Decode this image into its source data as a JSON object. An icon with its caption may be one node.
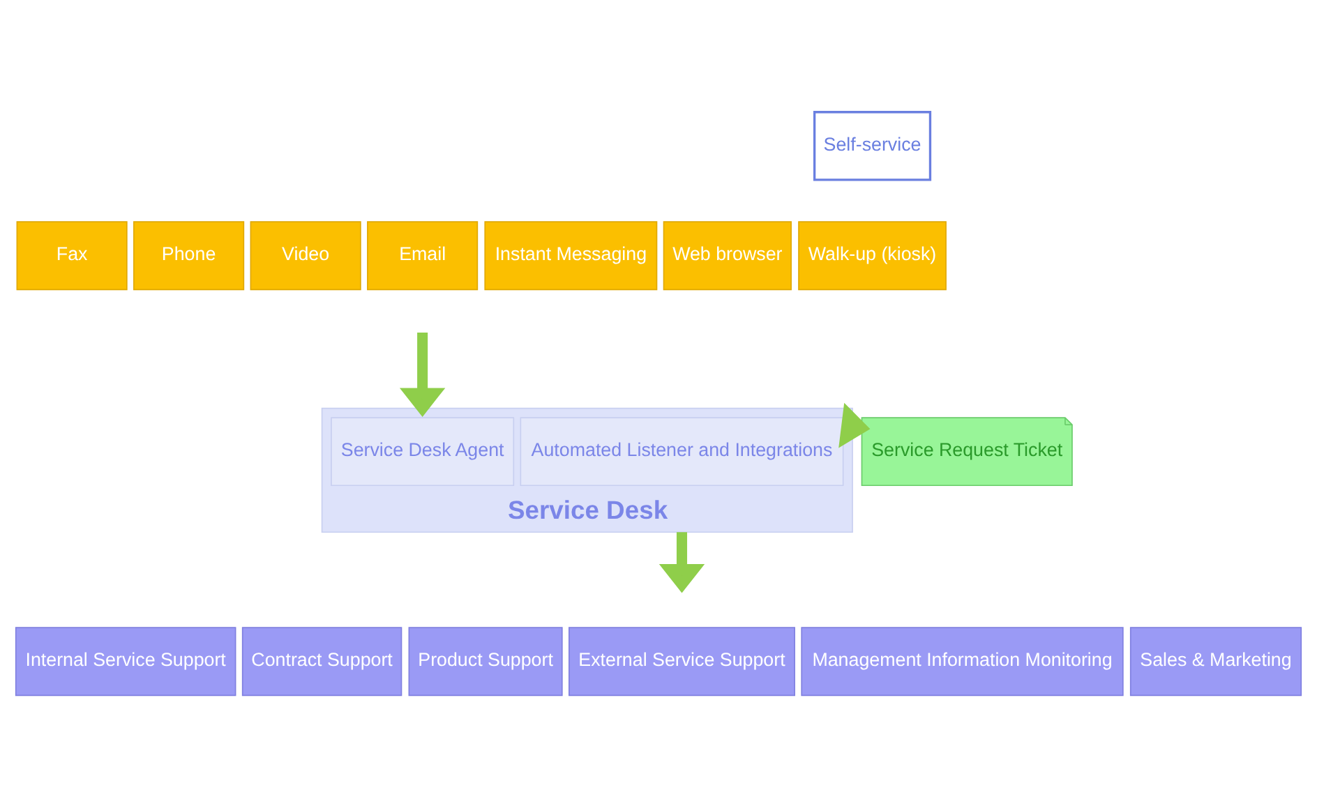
{
  "diagram": {
    "nodes": [
      {
        "text": [
          "Self-service"
        ]
      },
      {
        "text": [
          "Fax"
        ]
      },
      {
        "text": [
          "Phone"
        ]
      },
      {
        "text": [
          "Video"
        ]
      },
      {
        "text": [
          "Email"
        ]
      },
      {
        "text": [
          "Instant Messaging"
        ]
      },
      {
        "text": [
          "Web browser"
        ]
      },
      {
        "text": [
          "Walk-up (kiosk)"
        ]
      },
      {
        "text": [
          "Service Desk"
        ]
      },
      {
        "text": [
          "Service Desk Agent"
        ],
        "in": 8
      },
      {
        "text": [
          "Automated Listener and Integrations"
        ],
        "in": 8
      },
      {
        "text": [
          "Service Request Ticket"
        ]
      },
      {
        "text": [
          "Internal Service Support"
        ]
      },
      {
        "text": [
          "Contract Support"
        ]
      },
      {
        "text": [
          "Product Support"
        ]
      },
      {
        "text": [
          "External Service Support"
        ]
      },
      {
        "text": [
          "Management Information Monitoring"
        ]
      },
      {
        "text": [
          "Sales & Marketing"
        ]
      }
    ],
    "edges": [
      {
        "from": null,
        "to": 8,
        "arrow": "to"
      },
      {
        "from": 8,
        "to": 11,
        "arrow": "to"
      },
      {
        "from": 8,
        "to": null,
        "arrow": "to"
      }
    ]
  }
}
